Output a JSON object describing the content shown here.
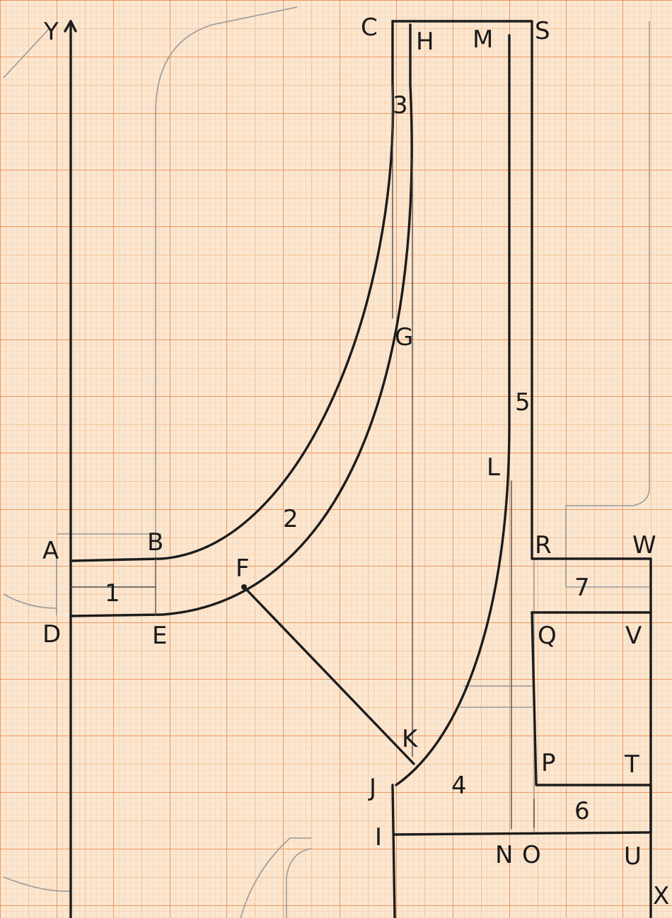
{
  "axes": {
    "y": "Y",
    "x": "X"
  },
  "points": {
    "A": "A",
    "B": "B",
    "C": "C",
    "D": "D",
    "E": "E",
    "F": "F",
    "G": "G",
    "H": "H",
    "I": "I",
    "J": "J",
    "K": "K",
    "L": "L",
    "M": "M",
    "N": "N",
    "O": "O",
    "P": "P",
    "Q": "Q",
    "R": "R",
    "S": "S",
    "T": "T",
    "U": "U",
    "V": "V",
    "W": "W"
  },
  "regions": {
    "r1": "1",
    "r2": "2",
    "r3": "3",
    "r4": "4",
    "r5": "5",
    "r6": "6",
    "r7": "7"
  },
  "colors": {
    "paper": "#fbe6d0",
    "grid_fine": "#f6b98c",
    "grid_major": "#ef8f55",
    "ink": "#1c1c1c",
    "pencil": "#9a9a9a"
  }
}
